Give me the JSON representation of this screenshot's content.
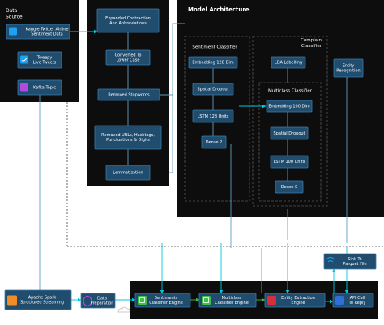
{
  "colors": {
    "panel": "#0d0d0d",
    "node": "#204c6e",
    "node_border": "#3a7ca8",
    "arrow": "#00c8e0",
    "green_arrow": "#3fbf4a",
    "line": "#5f9fbf",
    "dashed": "#444444",
    "text": "#ffffff"
  },
  "data_source": {
    "title": [
      "Data",
      "Source"
    ],
    "kaggle": [
      "Kaggle Twitter Airline",
      "Sentiment Data"
    ],
    "tweepy": [
      "Tweepy",
      "Live Tweets"
    ],
    "kafka": [
      "Kafka Topic"
    ]
  },
  "preprocessing": {
    "step1": [
      "Expanded Contraction",
      "And Abbreviations"
    ],
    "step2": [
      "Converted To",
      "Lower Case"
    ],
    "step3": [
      "Removed  Stopwords"
    ],
    "step4": [
      "Removed URLs, Hashtags,",
      "Punctuations & Digits"
    ],
    "step5": [
      "Lemmatization"
    ]
  },
  "model": {
    "title": "Model Architecture",
    "sentiment": {
      "title": "Sentiment Classifier",
      "layers": [
        [
          "Embedding 128 Dim"
        ],
        [
          "Spatial Dropout"
        ],
        [
          "LSTM 128 Units"
        ],
        [
          "Dense 2"
        ]
      ]
    },
    "complain": {
      "title": [
        "Complain",
        "Classifier"
      ],
      "lda": [
        "LDA Labelling"
      ],
      "multiclass_title": "Multiclass Classifier",
      "layers": [
        [
          "Embedding 100 Dim"
        ],
        [
          "Spatial Dropout"
        ],
        [
          "LSTM 100 Units"
        ],
        [
          "Dense 8"
        ]
      ]
    },
    "entity": [
      "Entity",
      "Recognition"
    ]
  },
  "pipeline": {
    "spark": [
      "Apache Spark",
      "Structured Streaming"
    ],
    "prep": [
      "Data",
      "Preparation"
    ],
    "sentiment_engine": [
      "Sentiments",
      "Classifier Engine"
    ],
    "multiclass_engine": [
      "Multiclass",
      "Classifier Engine"
    ],
    "entity_engine": [
      "Entity Extraction",
      "Engine"
    ],
    "api": [
      "API Call",
      "To Reply"
    ],
    "sink": [
      "Sink To",
      "Parquet File"
    ]
  }
}
